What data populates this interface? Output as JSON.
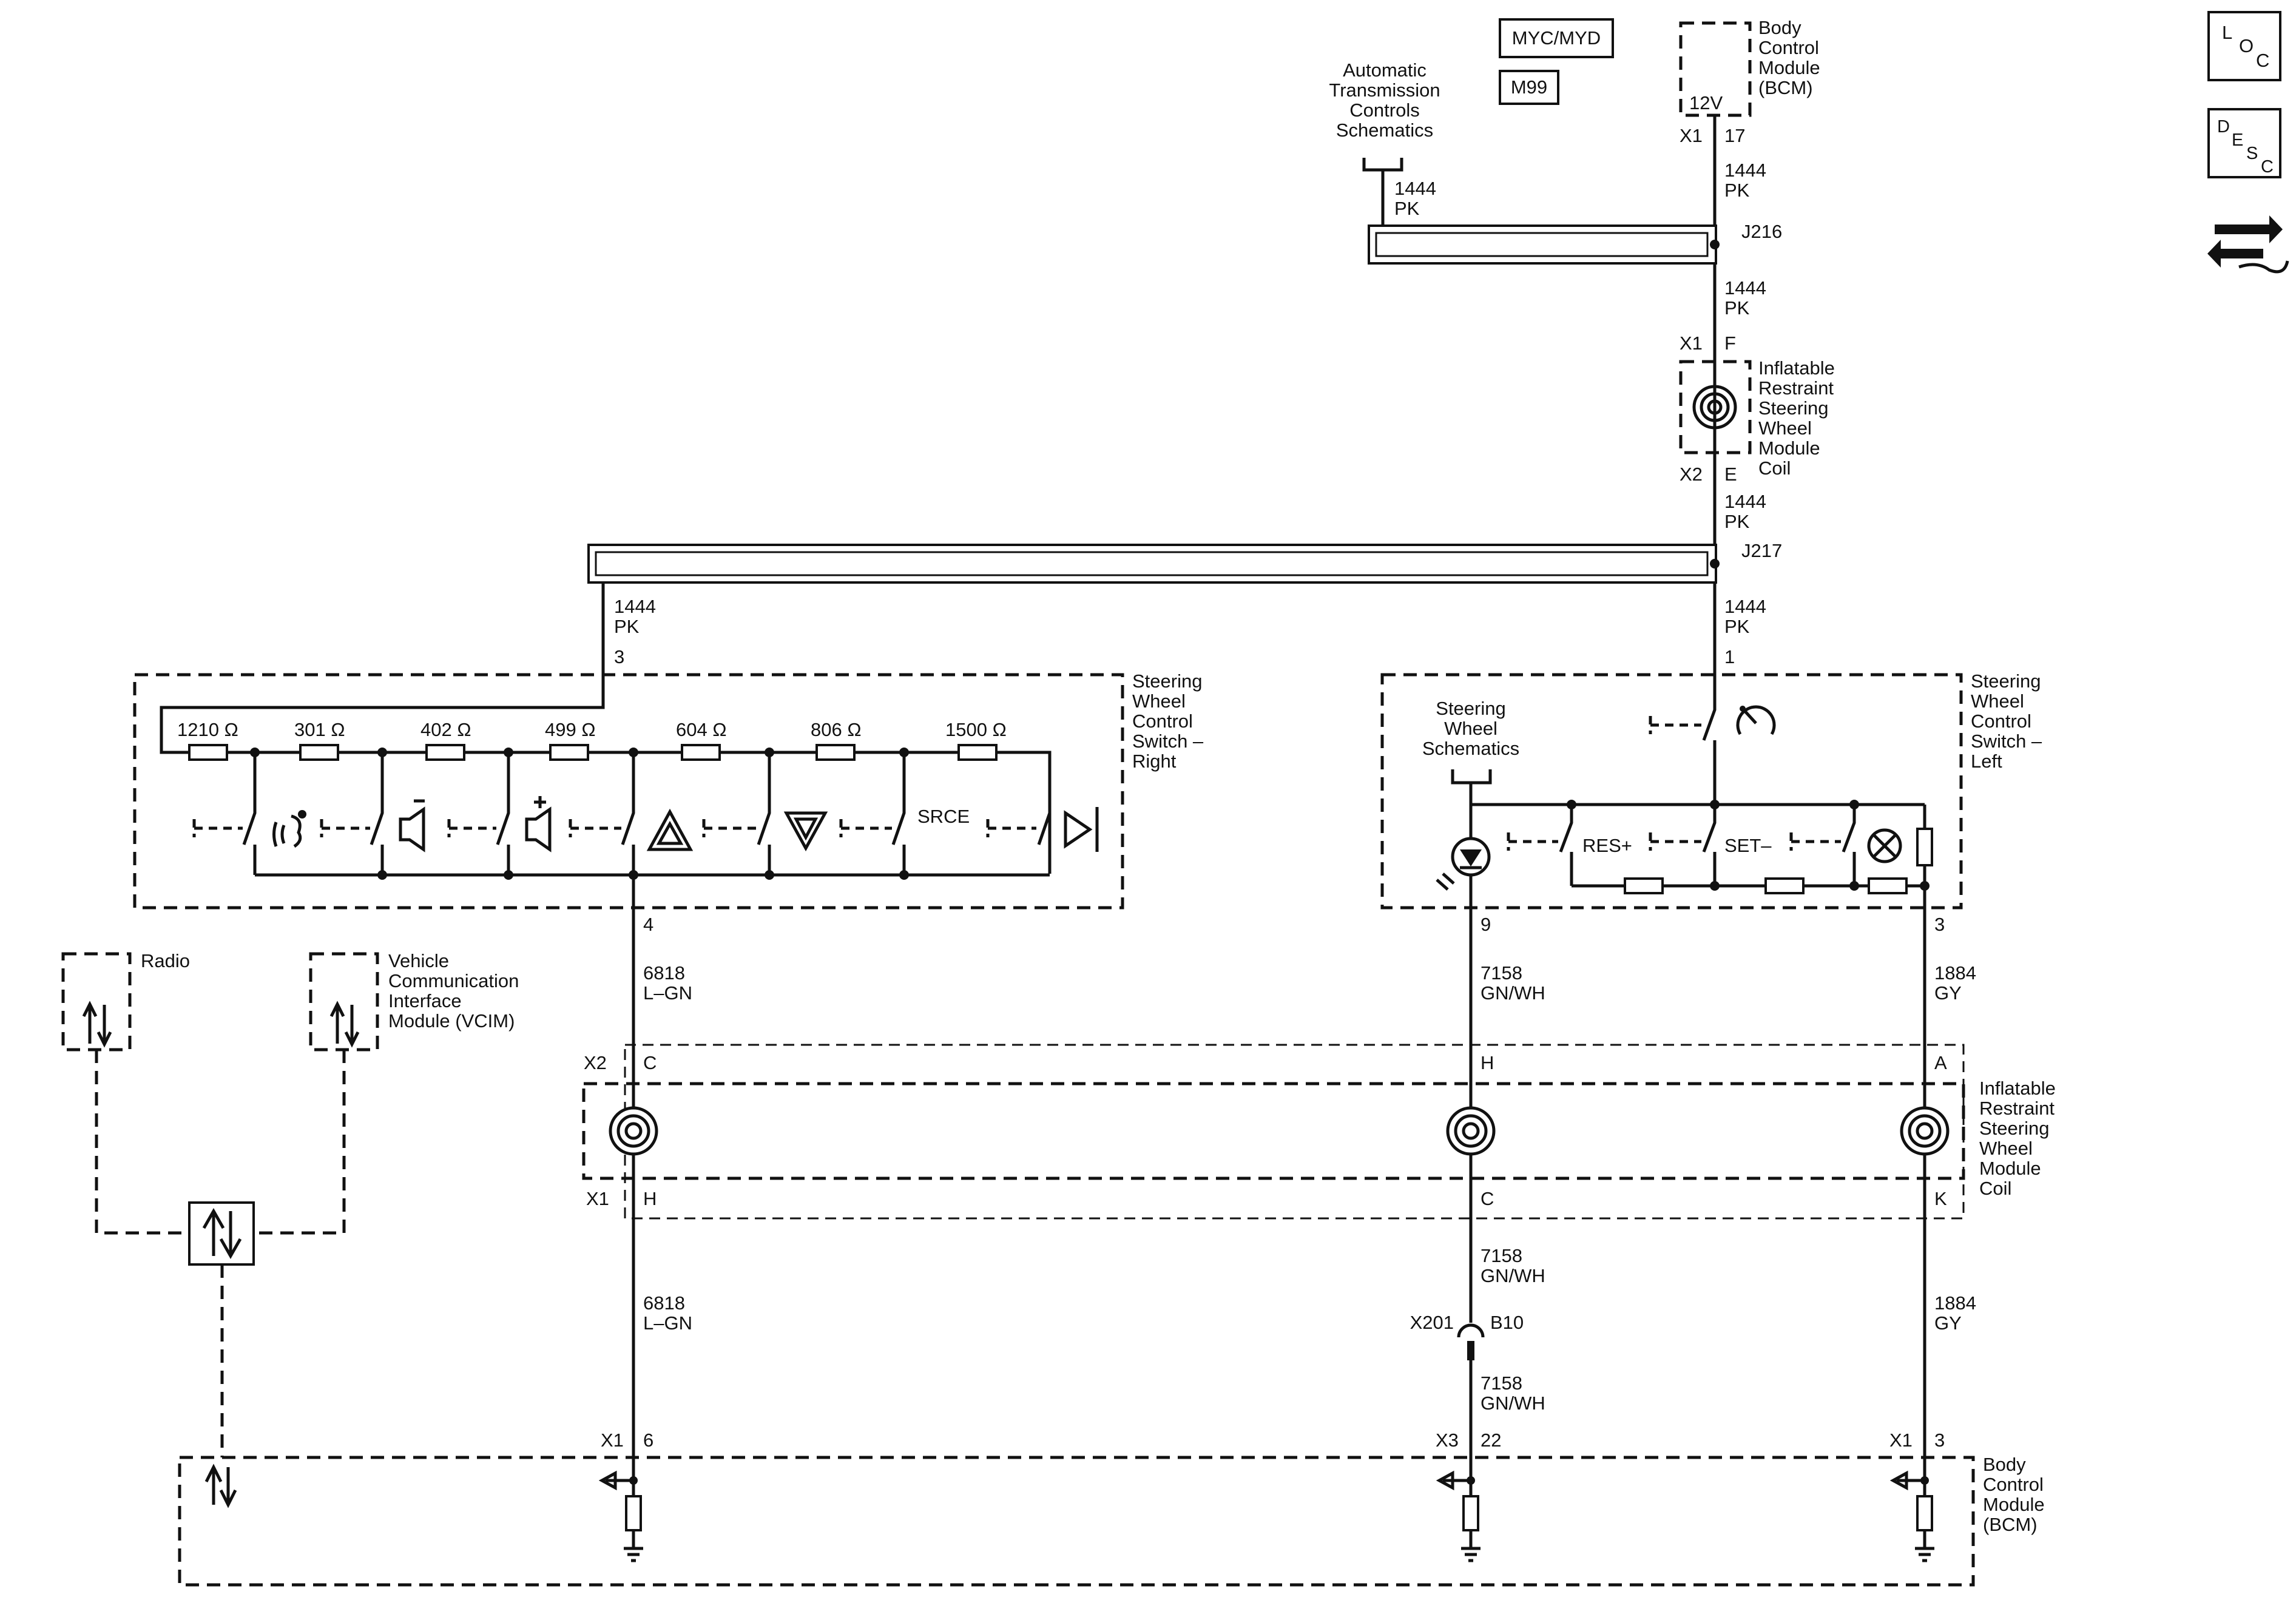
{
  "badges": {
    "b1": "MYC/MYD",
    "b2": "M99"
  },
  "side_icons": {
    "loc": [
      "L",
      "O",
      "C"
    ],
    "desc": [
      "D",
      "E",
      "S",
      "C"
    ]
  },
  "atc": {
    "lines": [
      "Automatic",
      "Transmission",
      "Controls",
      "Schematics"
    ]
  },
  "bcm_top": {
    "lines": [
      "Body",
      "Control",
      "Module",
      "(BCM)"
    ],
    "voltage": "12V",
    "conn": "X1",
    "pin": "17"
  },
  "wires": {
    "pk": [
      "1444",
      "PK"
    ],
    "lgn": [
      "6818",
      "L–GN"
    ],
    "gnwh": [
      "7158",
      "GN/WH"
    ],
    "gy": [
      "1884",
      "GY"
    ]
  },
  "splices": {
    "j216": "J216",
    "j217": "J217"
  },
  "coil_top": {
    "lines": [
      "Inflatable",
      "Restraint",
      "Steering",
      "Wheel",
      "Module",
      "Coil"
    ],
    "x1": "X1",
    "f": "F",
    "x2": "X2",
    "e": "E"
  },
  "sw_right": {
    "lines": [
      "Steering",
      "Wheel",
      "Control",
      "Switch –",
      "Right"
    ],
    "pin_top": "3",
    "pin_bottom": "4",
    "resistors": [
      "1210 Ω",
      "301 Ω",
      "402 Ω",
      "499 Ω",
      "604 Ω",
      "806 Ω",
      "1500 Ω"
    ],
    "srce": "SRCE"
  },
  "sw_left": {
    "lines": [
      "Steering",
      "Wheel",
      "Control",
      "Switch –",
      "Left"
    ],
    "pin_top": "1",
    "pin_9": "9",
    "pin_3": "3",
    "res_plus": "RES+",
    "set_minus": "SET–"
  },
  "sws": {
    "lines": [
      "Steering",
      "Wheel",
      "Schematics"
    ]
  },
  "radio": "Radio",
  "vcim": {
    "lines": [
      "Vehicle",
      "Communication",
      "Interface",
      "Module (VCIM)"
    ]
  },
  "coil_bottom": {
    "lines": [
      "Inflatable",
      "Restraint",
      "Steering",
      "Wheel",
      "Module",
      "Coil"
    ],
    "x2": "X2",
    "x1": "X1",
    "c": "C",
    "h_top": "H",
    "a": "A",
    "h_bot": "H",
    "c_bot": "C",
    "k": "K"
  },
  "x201": {
    "conn": "X201",
    "pin": "B10"
  },
  "bcm_bottom": {
    "lines": [
      "Body",
      "Control",
      "Module",
      "(BCM)"
    ],
    "c1": "X1",
    "p1": "6",
    "c2": "X3",
    "p2": "22",
    "c3": "X1",
    "p3": "3"
  }
}
